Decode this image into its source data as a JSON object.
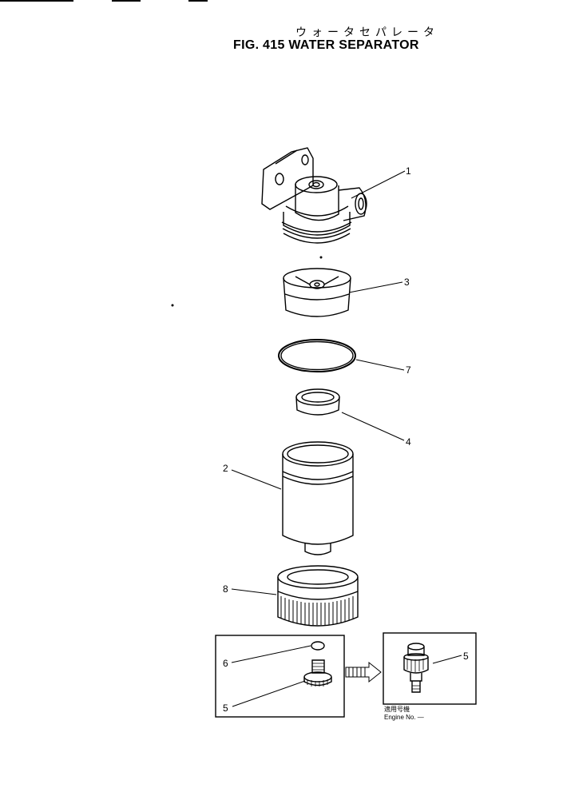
{
  "header": {
    "title_jp": "ウォータセパレータ",
    "title": "FIG. 415  WATER SEPARATOR"
  },
  "callouts": {
    "c1": "1",
    "c3": "3",
    "c7": "7",
    "c4": "4",
    "c2": "2",
    "c8": "8",
    "c6": "6",
    "c5a": "5",
    "c5b": "5"
  },
  "inset_note": {
    "jp": "適用号機",
    "en": "Engine No.  —"
  },
  "colors": {
    "line": "#000000",
    "background": "#ffffff"
  }
}
